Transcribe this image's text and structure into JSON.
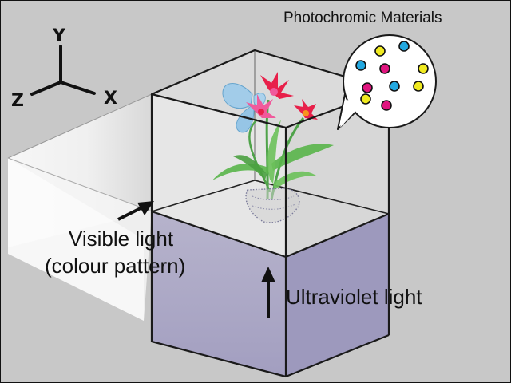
{
  "labels": {
    "materials": "Photochromic Materials",
    "visible_line1": "Visible light",
    "visible_line2": "(colour pattern)",
    "ultraviolet": "Ultraviolet light"
  },
  "axes": {
    "y": "Y",
    "z": "Z",
    "x": "X"
  },
  "colors": {
    "background": "#c8c8c8",
    "outline": "#222222",
    "uv_box": "#a7a3c4",
    "light_beam": "#ffffff",
    "dot_cyan": "#22a8e0",
    "dot_magenta": "#e0157f",
    "dot_yellow": "#f0ea20",
    "flower_red": "#e8204a",
    "flower_pink": "#f05a9c",
    "leaf_green": "#59b54a",
    "butterfly_blue": "#8ec2e6"
  },
  "dots": [
    {
      "color": "cyan"
    },
    {
      "color": "yellow"
    },
    {
      "color": "cyan"
    },
    {
      "color": "magenta"
    },
    {
      "color": "yellow"
    },
    {
      "color": "cyan"
    },
    {
      "color": "magenta"
    },
    {
      "color": "yellow"
    },
    {
      "color": "magenta"
    },
    {
      "color": "yellow"
    }
  ]
}
